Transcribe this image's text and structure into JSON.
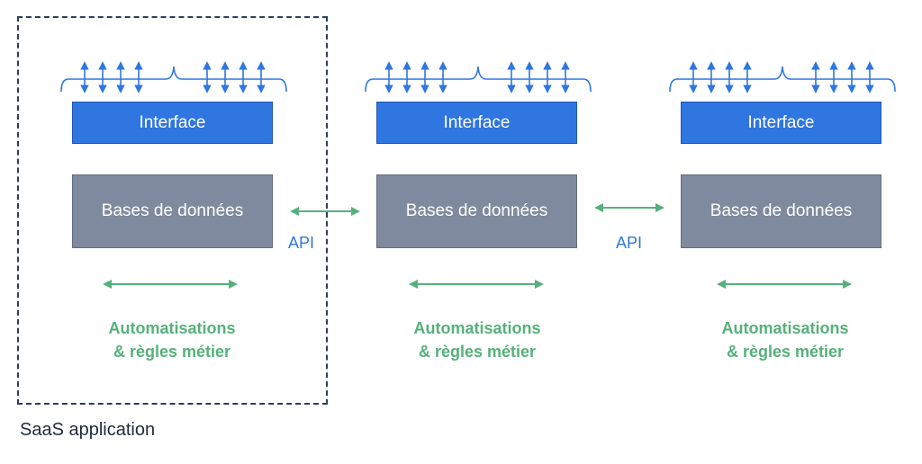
{
  "columns": [
    {
      "interface": "Interface",
      "database": "Bases de données",
      "automation_line1": "Automatisations",
      "automation_line2": "& règles métier"
    },
    {
      "interface": "Interface",
      "database": "Bases de données",
      "automation_line1": "Automatisations",
      "automation_line2": "& règles métier"
    },
    {
      "interface": "Interface",
      "database": "Bases de données",
      "automation_line1": "Automatisations",
      "automation_line2": "& règles métier"
    }
  ],
  "api_labels": [
    "API",
    "API"
  ],
  "saas_label": "SaaS application",
  "colors": {
    "interface_fill": "#2f76e0",
    "database_fill": "#7f8a9e",
    "automation_green": "#55b17a",
    "api_blue": "#2f76e0",
    "dashed_border": "#2a3d5a"
  },
  "icons": [
    "bidirectional-arrow-icon",
    "curly-brace-icon"
  ]
}
